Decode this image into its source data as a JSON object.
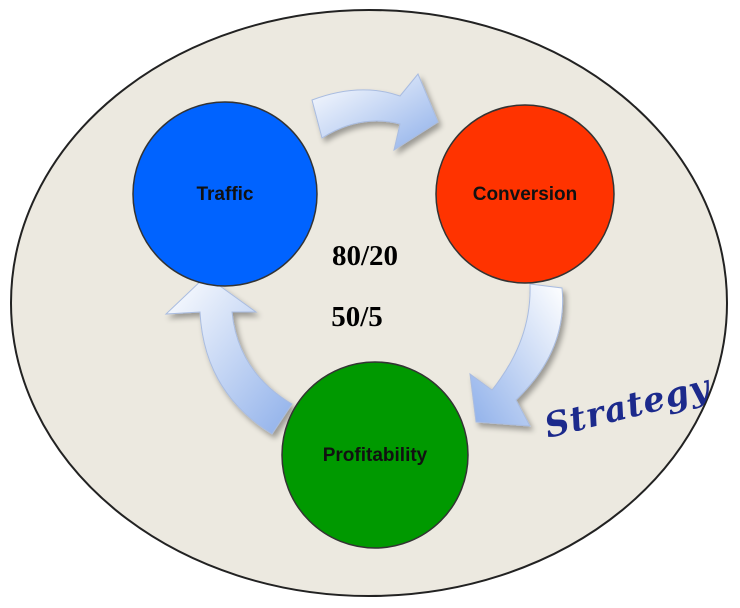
{
  "diagram": {
    "nodes": [
      {
        "id": "traffic",
        "label": "Traffic",
        "color": "#0063ff"
      },
      {
        "id": "conversion",
        "label": "Conversion",
        "color": "#ff3300"
      },
      {
        "id": "profitability",
        "label": "Profitability",
        "color": "#009900"
      }
    ],
    "center": {
      "ratio_primary": "80/20",
      "ratio_secondary": "50/5"
    },
    "strategy_label": "Strategy",
    "colors": {
      "background_ellipse": "#ece9e0",
      "ellipse_outline": "#222222",
      "arrow_fill_light": "#ffffff",
      "arrow_fill_dark": "#9fb8ee",
      "script_text": "#1c2a8c"
    }
  }
}
